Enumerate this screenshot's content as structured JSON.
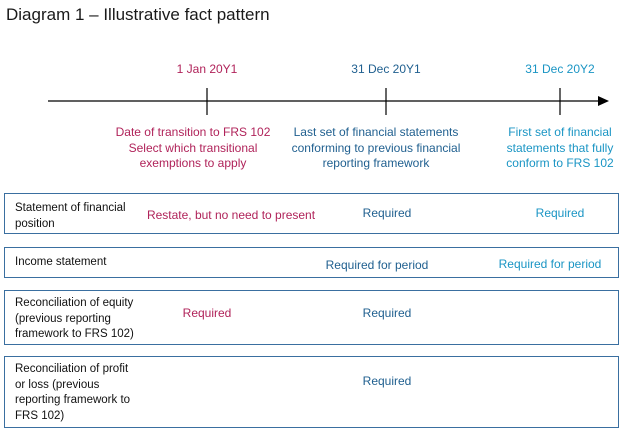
{
  "title": "Diagram 1 – Illustrative fact pattern",
  "colors": {
    "transition": "#b0235a",
    "previous": "#1f5f8f",
    "first_frs": "#1a95c4",
    "row_border": "#3a6fa0"
  },
  "timeline": {
    "dates": [
      {
        "label": "1 Jan 20Y1"
      },
      {
        "label": "31 Dec 20Y1"
      },
      {
        "label": "31 Dec 20Y2"
      }
    ],
    "notes": [
      {
        "lines": [
          "Date of transition to FRS 102",
          "Select which transitional",
          "exemptions to apply"
        ]
      },
      {
        "lines": [
          "Last set of financial statements",
          "conforming to previous financial",
          "reporting framework"
        ]
      },
      {
        "lines": [
          "First set of financial",
          "statements that fully",
          "conform to FRS 102"
        ]
      }
    ]
  },
  "rows": [
    {
      "label_lines": [
        "Statement of financial",
        "position"
      ],
      "cells": [
        "Restate, but no need to present",
        "Required",
        "Required"
      ]
    },
    {
      "label_lines": [
        "Income statement"
      ],
      "cells": [
        "",
        "Required for period",
        "Required for period"
      ]
    },
    {
      "label_lines": [
        "Reconciliation of equity",
        "(previous reporting",
        "framework to FRS 102)"
      ],
      "cells": [
        "Required",
        "Required",
        ""
      ]
    },
    {
      "label_lines": [
        "Reconciliation of profit",
        "or loss (previous",
        "reporting framework to",
        "FRS 102)"
      ],
      "cells": [
        "",
        "Required",
        ""
      ]
    }
  ]
}
